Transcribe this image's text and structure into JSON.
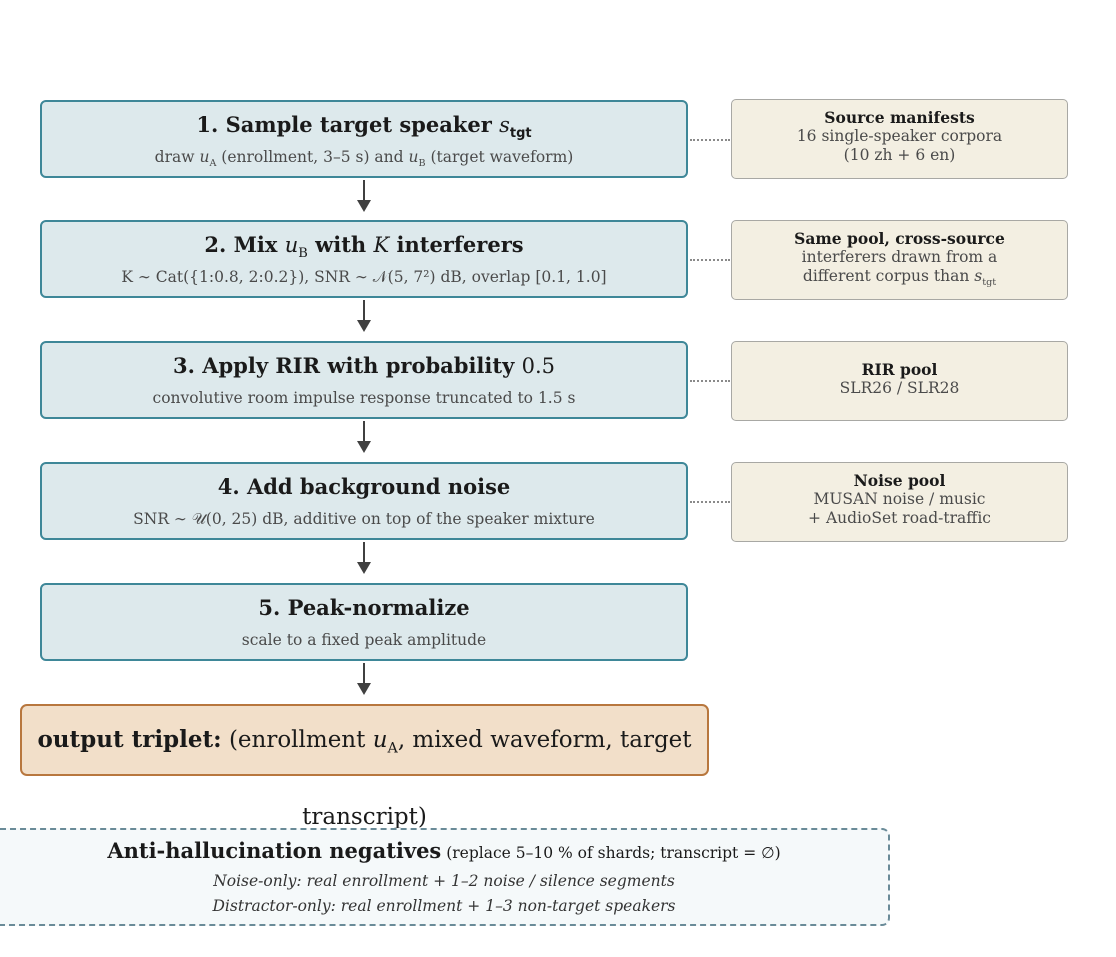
{
  "steps": [
    {
      "title": "1. Sample target speaker",
      "title_math": "s",
      "title_math_sub": "tgt",
      "sub_parts": [
        "draw ",
        "u",
        "A",
        " (enrollment, 3–5 s) and ",
        "u",
        "B",
        " (target waveform)"
      ]
    },
    {
      "title_pre": "2. Mix ",
      "title_math": "u",
      "title_math_sub": "B",
      "title_mid": " with ",
      "title_k": "K",
      "title_post": " interferers",
      "subtitle": "K ∼ Cat({1:0.8, 2:0.2}),  SNR ∼ 𝒩(5, 7²) dB,  overlap [0.1, 1.0]"
    },
    {
      "title": "3. Apply RIR with probability",
      "title_value": "0.5",
      "subtitle": "convolutive room impulse response truncated to 1.5 s"
    },
    {
      "title": "4. Add background noise",
      "subtitle": "SNR ∼ 𝒰(0, 25) dB,  additive on top of the speaker mixture"
    },
    {
      "title": "5. Peak-normalize",
      "subtitle": "scale to a fixed peak amplitude"
    }
  ],
  "sources": [
    {
      "heading": "Source manifests",
      "lines": [
        "16 single-speaker corpora",
        "(10 zh + 6 en)"
      ]
    },
    {
      "heading": "Same pool, cross-source",
      "lines": [
        "interferers drawn from a",
        "different corpus than"
      ],
      "math": "s",
      "math_sub": "tgt"
    },
    {
      "heading": "RIR pool",
      "lines": [
        "SLR26 / SLR28"
      ]
    },
    {
      "heading": "Noise pool",
      "lines": [
        "MUSAN noise / music",
        "+ AudioSet road-traffic"
      ]
    }
  ],
  "output": {
    "label": "output triplet:",
    "pre": "(enrollment ",
    "math": "u",
    "math_sub": "A",
    "post": ", mixed waveform, target transcript)"
  },
  "negatives": {
    "title": "Anti-hallucination negatives",
    "note": "(replace 5–10 % of shards; transcript = ∅)",
    "items": [
      "Noise-only: real enrollment + 1–2 noise / silence segments",
      "Distractor-only: real enrollment + 1–3 non-target speakers"
    ]
  },
  "colors": {
    "step_fill": "#dde9ec",
    "step_border": "#3e8798",
    "side_fill": "#f3efe2",
    "output_fill": "#f2dfc9",
    "output_border": "#b8773e"
  }
}
